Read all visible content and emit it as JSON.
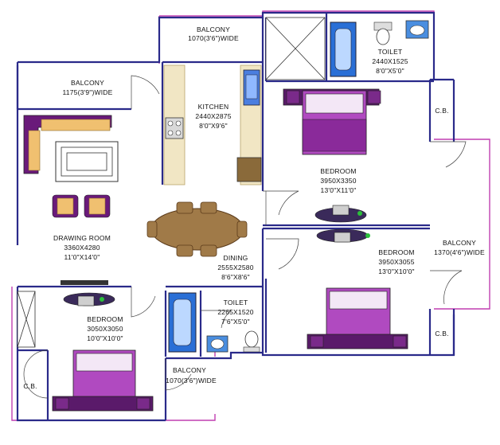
{
  "rooms": {
    "balcony_top": {
      "name": "BALCONY",
      "dims": "1070(3'6\")WIDE"
    },
    "balcony_left": {
      "name": "BALCONY",
      "dims": "1175(3'9\")WIDE"
    },
    "kitchen": {
      "name": "KITCHEN",
      "metric": "2440X2875",
      "imperial": "8'0\"X9'6\""
    },
    "toilet_top": {
      "name": "TOILET",
      "metric": "2440X1525",
      "imperial": "8'0\"X5'0\""
    },
    "cb_top_right": {
      "name": "C.B."
    },
    "bedroom_top": {
      "name": "BEDROOM",
      "metric": "3950X3350",
      "imperial": "13'0\"X11'0\""
    },
    "drawing": {
      "name": "DRAWING ROOM",
      "metric": "3360X4280",
      "imperial": "11'0\"X14'0\""
    },
    "dining": {
      "name": "DINING",
      "metric": "2555X2580",
      "imperial": "8'6\"X8'6\""
    },
    "bedroom_right": {
      "name": "BEDROOM",
      "metric": "3950X3055",
      "imperial": "13'0\"X10'0\""
    },
    "balcony_right": {
      "name": "BALCONY",
      "dims": "1370(4'6\")WIDE"
    },
    "bedroom_bottom": {
      "name": "BEDROOM",
      "metric": "3050X3050",
      "imperial": "10'0\"X10'0\""
    },
    "toilet_bottom": {
      "name": "TOILET",
      "metric": "2265X1520",
      "imperial": "7'6\"X5'0\""
    },
    "cb_bottom_right": {
      "name": "C.B."
    },
    "cb_bottom_left": {
      "name": "C.B."
    },
    "balcony_bottom": {
      "name": "BALCONY",
      "dims": "1070(3'6\")WIDE"
    }
  },
  "colors": {
    "wall": "#2a2a8a",
    "outer_line": "#c03fb0",
    "bed": "#8a2a9a",
    "sofa": "#f0c070",
    "table": "#a07a48",
    "bath": "#2a6fd6"
  }
}
